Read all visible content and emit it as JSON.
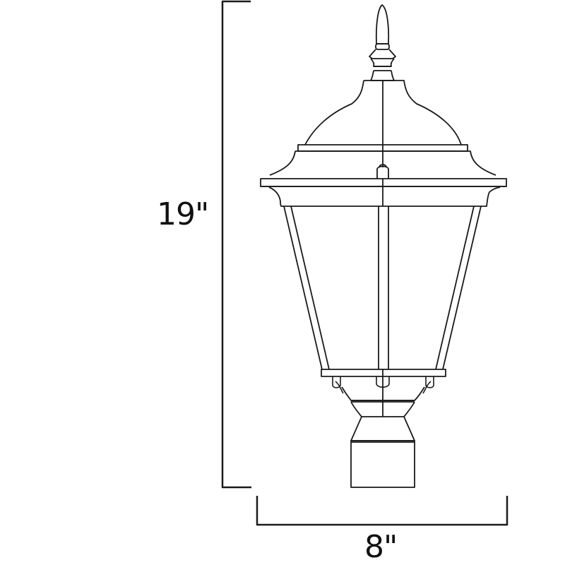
{
  "diagram": {
    "subject": "Outdoor post-mount lantern",
    "style": "line drawing, black on white",
    "stroke_color": "#1a1a1a",
    "background": "#ffffff"
  },
  "dimensions": {
    "height": {
      "label": "19\"",
      "value": 19,
      "unit": "inches",
      "orientation": "vertical"
    },
    "width": {
      "label": "8\"",
      "value": 8,
      "unit": "inches",
      "orientation": "horizontal"
    }
  },
  "parts": [
    {
      "name": "finial"
    },
    {
      "name": "finial-collar"
    },
    {
      "name": "dome-cap"
    },
    {
      "name": "roof-band"
    },
    {
      "name": "roof-flare"
    },
    {
      "name": "glass-panels"
    },
    {
      "name": "bottom-frame-band"
    },
    {
      "name": "bottom-bracket-feet"
    },
    {
      "name": "tapered-collar"
    },
    {
      "name": "post-fitter"
    }
  ]
}
